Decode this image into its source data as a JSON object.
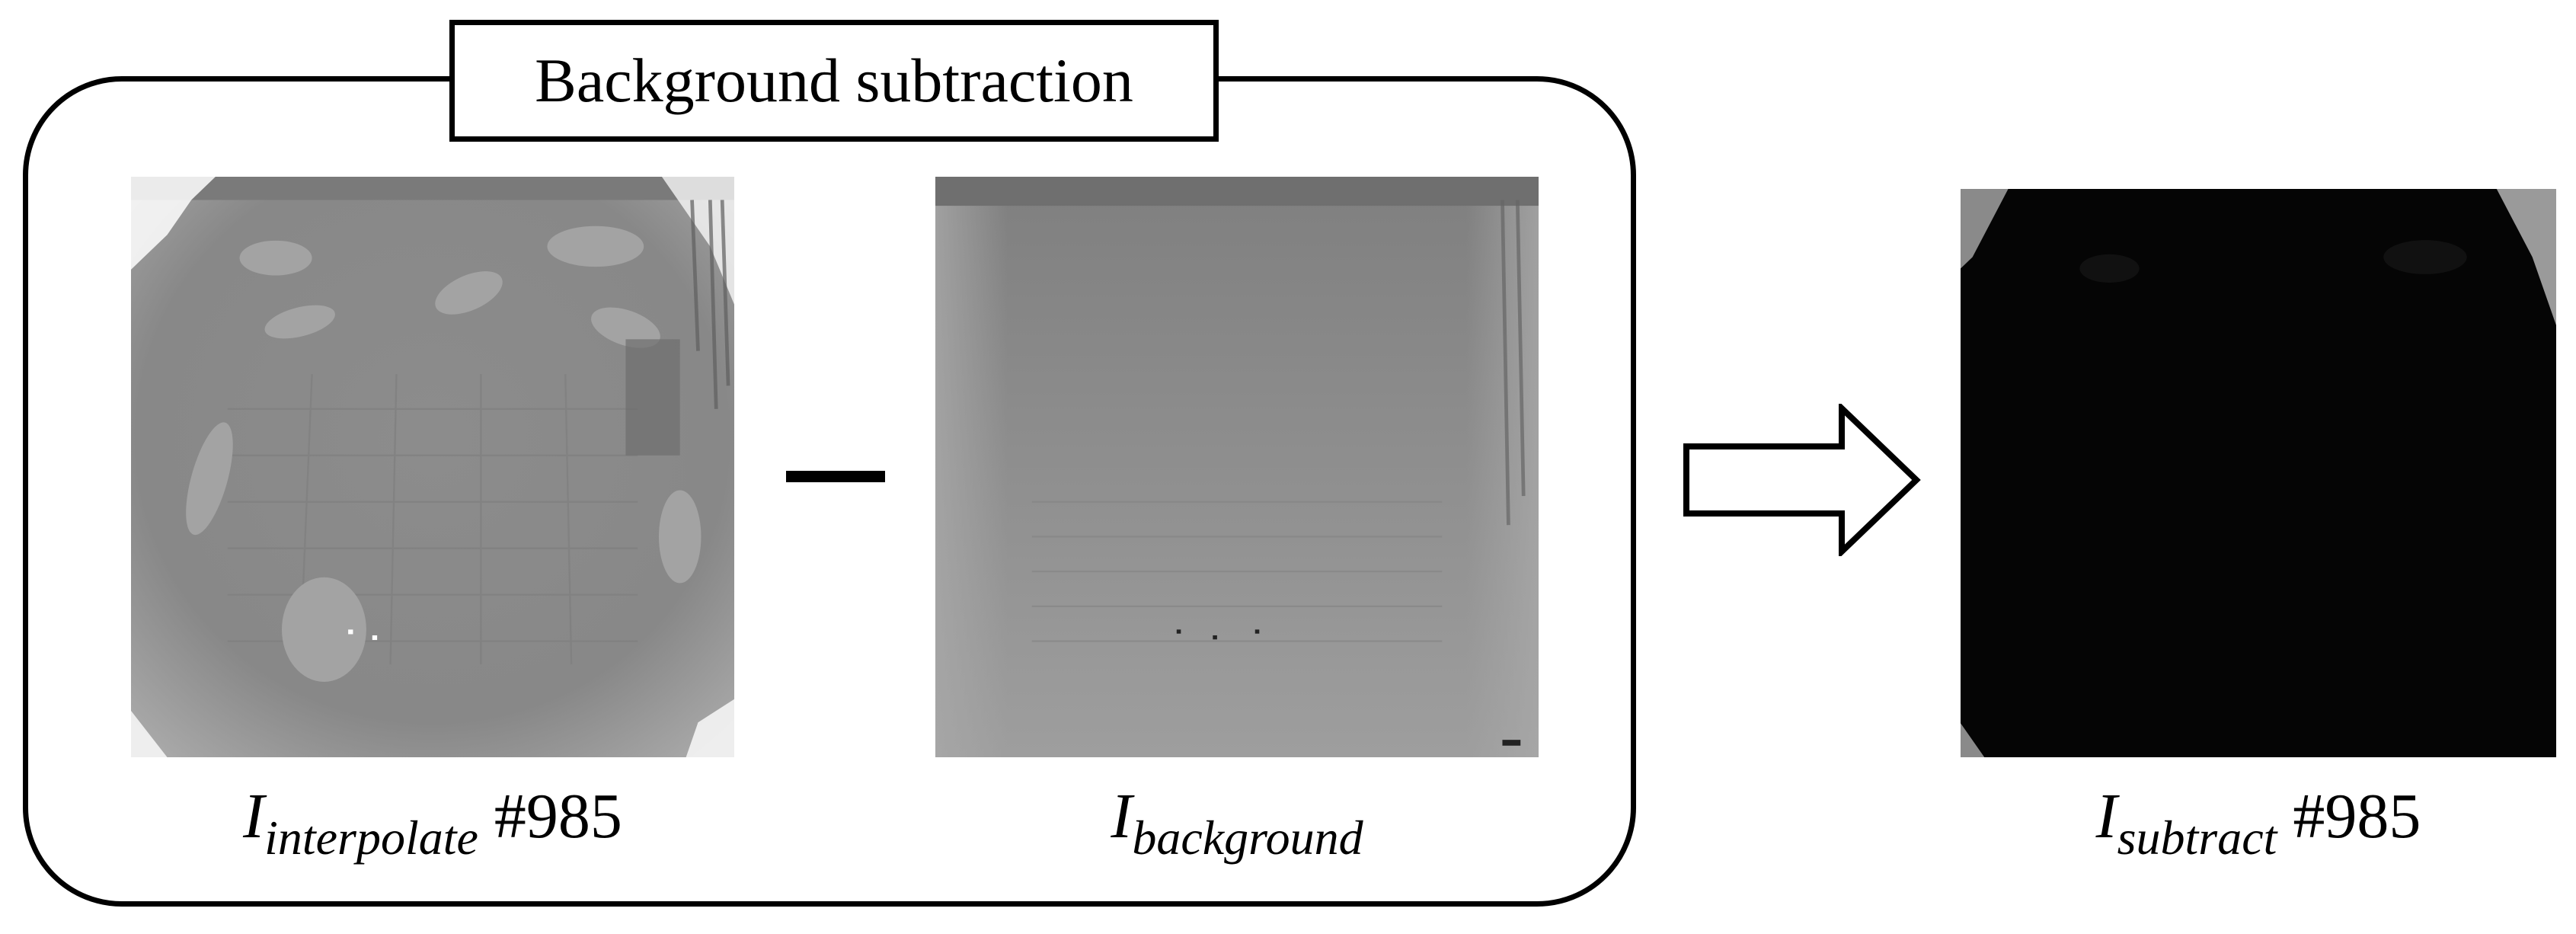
{
  "group": {
    "title": "Background subtraction"
  },
  "captions": {
    "interpolate": {
      "symbol": "I",
      "subscript": "interpolate",
      "suffix": " #985"
    },
    "background": {
      "symbol": "I",
      "subscript": "background",
      "suffix": ""
    },
    "subtract": {
      "symbol": "I",
      "subscript": "subtract",
      "suffix": " #985"
    }
  },
  "colors": {
    "depth_gray": "#8a8a8a",
    "depth_gray_light": "#a6a6a6",
    "subtract_black": "#050505",
    "stroke": "#000000"
  },
  "icons": {
    "operator": "minus-icon",
    "arrow": "hollow-right-arrow-icon"
  }
}
